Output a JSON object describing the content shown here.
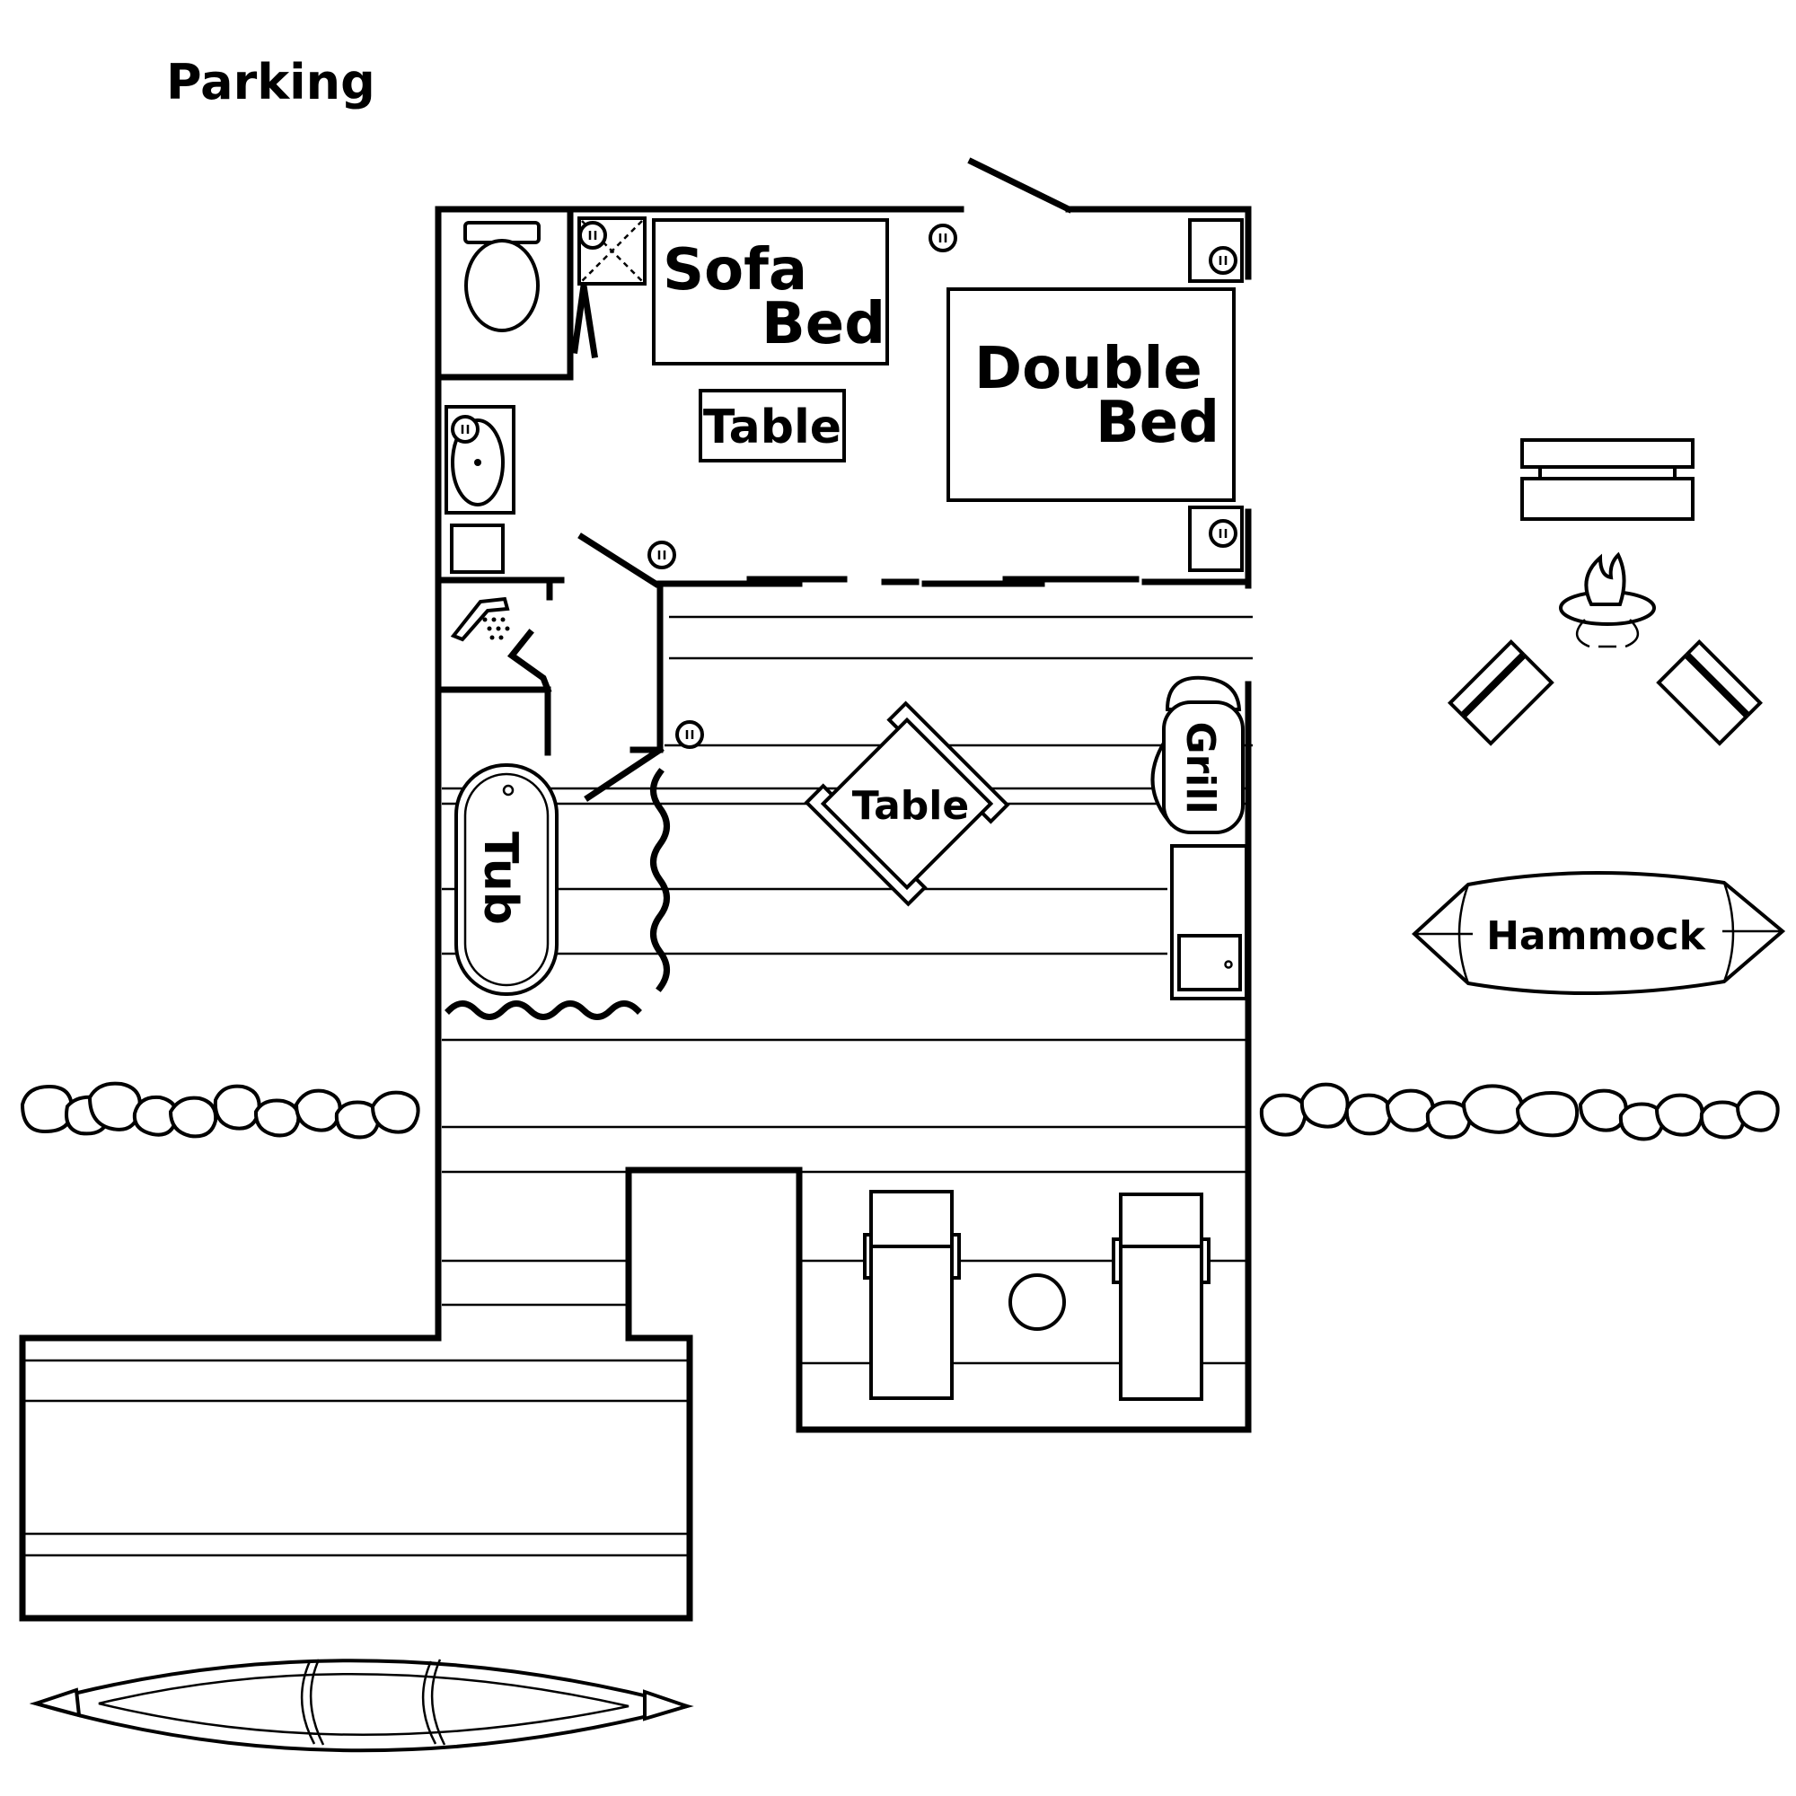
{
  "labels": {
    "parking": "Parking",
    "sofa": "Sofa",
    "sofa_bed": "Bed",
    "double": "Double",
    "double_bed": "Bed",
    "table_indoor": "Table",
    "table_deck": "Table",
    "tub": "Tub",
    "grill": "Grill",
    "hammock": "Hammock"
  }
}
